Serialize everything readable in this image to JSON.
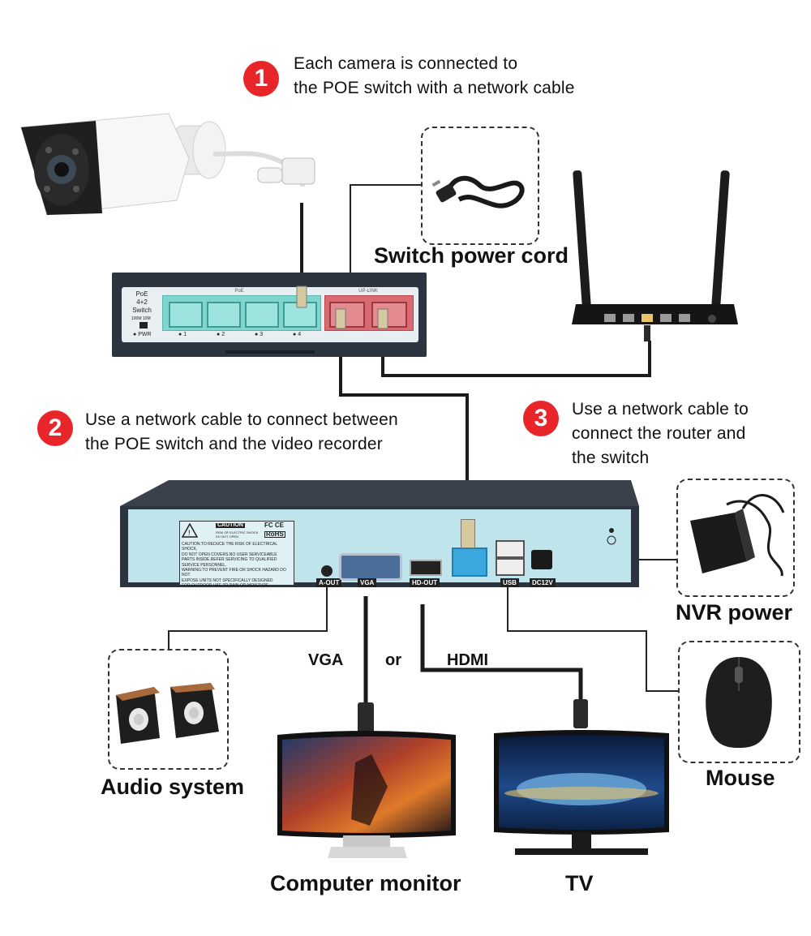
{
  "steps": [
    {
      "number": "1",
      "line1": "Each camera is connected to",
      "line2": "the POE switch with a network cable"
    },
    {
      "number": "2",
      "line1": "Use a network cable to connect between",
      "line2": "the POE switch and the video recorder"
    },
    {
      "number": "3",
      "line1": "Use a network cable to",
      "line2": "connect the router and",
      "line3": "the switch"
    }
  ],
  "labels": {
    "switch_power_cord": "Switch power cord",
    "nvr_power": "NVR power",
    "audio_system": "Audio system",
    "mouse": "Mouse",
    "computer_monitor": "Computer monitor",
    "tv": "TV",
    "vga": "VGA",
    "or": "or",
    "hdmi": "HDMI"
  },
  "poe_switch": {
    "title_line1": "PoE",
    "title_line2": "4+2",
    "title_line3": "Switch",
    "speed_100m": "100M",
    "speed_10m": "10M",
    "pwr": "PWR",
    "poe_group": "PoE",
    "uplink_group": "UP-LINK",
    "ports": [
      "1",
      "2",
      "3",
      "4"
    ]
  },
  "nvr": {
    "caution_title": "CAUTION",
    "caution_sub": "RISK OF ELECTRIC SHOCK DO NOT OPEN",
    "caution_line1": "CAUTION:TO REDUCE THE RISK OF ELECTRICAL SHOCK,",
    "caution_line2": "DO NOT OPEN COVERS.NO USER SERVICEABLE",
    "caution_line3": "PARTS INSIDE.REFER SERVICING TO QUALIFIED",
    "caution_line4": "SERVICE PERSONNEL.",
    "caution_line5": "WARNING:TO PREVENT FIRE OR SHOCK HAZARD DO NOT",
    "caution_line6": "EXPOSE UNITS NOT SPECIFICALLY DESIGNED",
    "caution_line7": "FOR OUTDOOR USE TO RAIN OR MOISTURE.",
    "fc_ce": "FC CE",
    "rohs": "RoHS",
    "port_aout": "A-OUT",
    "port_vga": "VGA",
    "port_hdout": "HD-OUT",
    "port_usb": "USB",
    "port_dc": "DC12V"
  },
  "colors": {
    "step_badge": "#e8262a",
    "poe_port": "#7fd6cf",
    "uplink_port": "#d96a72",
    "nvr_panel": "#bfe4ec",
    "lan_port": "#3aa7dd",
    "device_dark": "#2c3440"
  }
}
